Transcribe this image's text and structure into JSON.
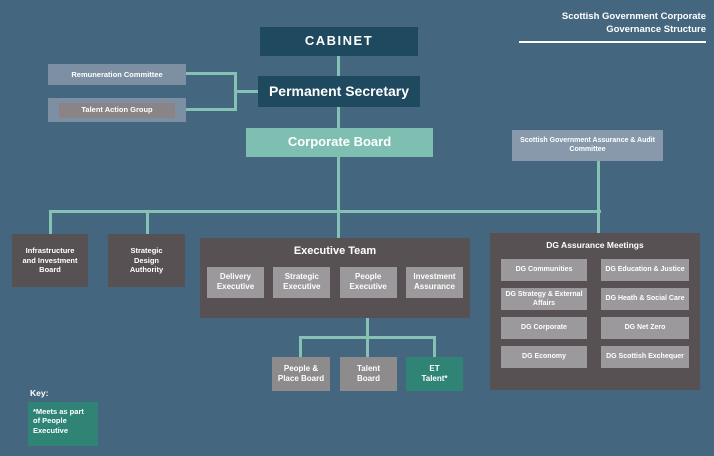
{
  "header": {
    "title_line1": "Scottish Government Corporate",
    "title_line2": "Governance Structure"
  },
  "colors": {
    "background": "#44667E",
    "dark_teal": "#1E495E",
    "light_teal": "#7FBFB2",
    "connector": "#85C2B5",
    "slate_gray": "#7D8FA3",
    "slate_gray_light": "#8799AB",
    "warm_gray": "#8B8486",
    "dark_gray_panel": "#575153",
    "light_gray_box": "#9B999B",
    "mid_gray_box": "#8E8B8D",
    "teal_green": "#2F8475",
    "text": "#FFFFFF"
  },
  "nodes": {
    "cabinet": "CABINET",
    "permanent_secretary": "Permanent Secretary",
    "corporate_board": "Corporate Board",
    "remuneration_committee": "Remuneration Committee",
    "talent_action_group": "Talent Action Group",
    "sg_assurance_audit_committee": "Scottish Government Assurance & Audit Committee",
    "infrastructure_investment_board": "Infrastructure and Investment Board",
    "strategic_design_authority": "Strategic Design Authority",
    "people_place_board": "People & Place Board",
    "talent_board": "Talent Board",
    "et_talent": "ET Talent*"
  },
  "executive_team": {
    "title": "Executive Team",
    "members": [
      "Delivery Executive",
      "Strategic Executive",
      "People Executive",
      "Investment Assurance"
    ]
  },
  "dg_assurance_meetings": {
    "title": "DG Assurance Meetings",
    "items": [
      "DG Communities",
      "DG Education & Justice",
      "DG Strategy & External Affairs",
      "DG Heath & Social Care",
      "DG Corporate",
      "DG Net Zero",
      "DG Economy",
      "DG Scottish Exchequer"
    ]
  },
  "key": {
    "label": "Key:",
    "note": "*Meets as part of People Executive"
  }
}
